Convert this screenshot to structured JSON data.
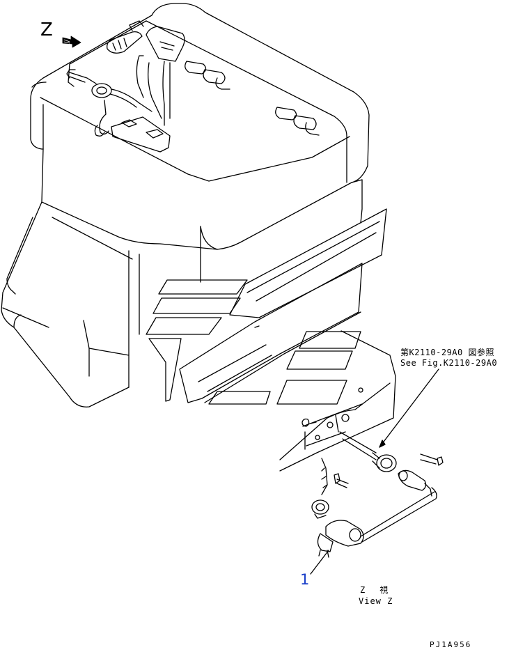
{
  "labels": {
    "view_arrow_letter": "Z",
    "reference_ja": "第K2110-29A0 図参照",
    "reference_en": "See Fig.K2110-29A0",
    "part_number": "1",
    "view_caption_ja_letter": "Z",
    "view_caption_ja_word": "視",
    "view_caption_en": "View Z",
    "drawing_code": "PJ1A956"
  },
  "colors": {
    "line": "#000000",
    "part_number": "#1a3fc9",
    "background": "#ffffff"
  },
  "icons": {
    "view_arrow": "hatched-arrow-icon"
  }
}
